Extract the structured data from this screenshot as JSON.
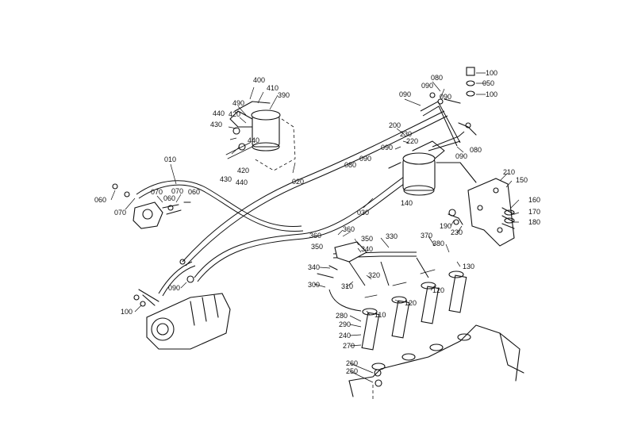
{
  "diagram": {
    "colors": {
      "line": "#111111",
      "background": "#ffffff"
    },
    "part_labels": [
      "400",
      "410",
      "390",
      "490",
      "420",
      "440",
      "430",
      "440",
      "420",
      "430",
      "440",
      "010",
      "060",
      "070",
      "060",
      "070",
      "070",
      "060",
      "020",
      "030",
      "090",
      "080",
      "090",
      "080",
      "090",
      "090",
      "200",
      "230",
      "220",
      "090",
      "140",
      "080",
      "090",
      "100",
      "050",
      "100",
      "210",
      "150",
      "160",
      "170",
      "180",
      "190",
      "230",
      "360",
      "360",
      "350",
      "340",
      "330",
      "370",
      "380",
      "130",
      "340",
      "310",
      "320",
      "300",
      "120",
      "120",
      "110",
      "100",
      "090",
      "280",
      "290",
      "240",
      "270",
      "260",
      "250"
    ]
  }
}
